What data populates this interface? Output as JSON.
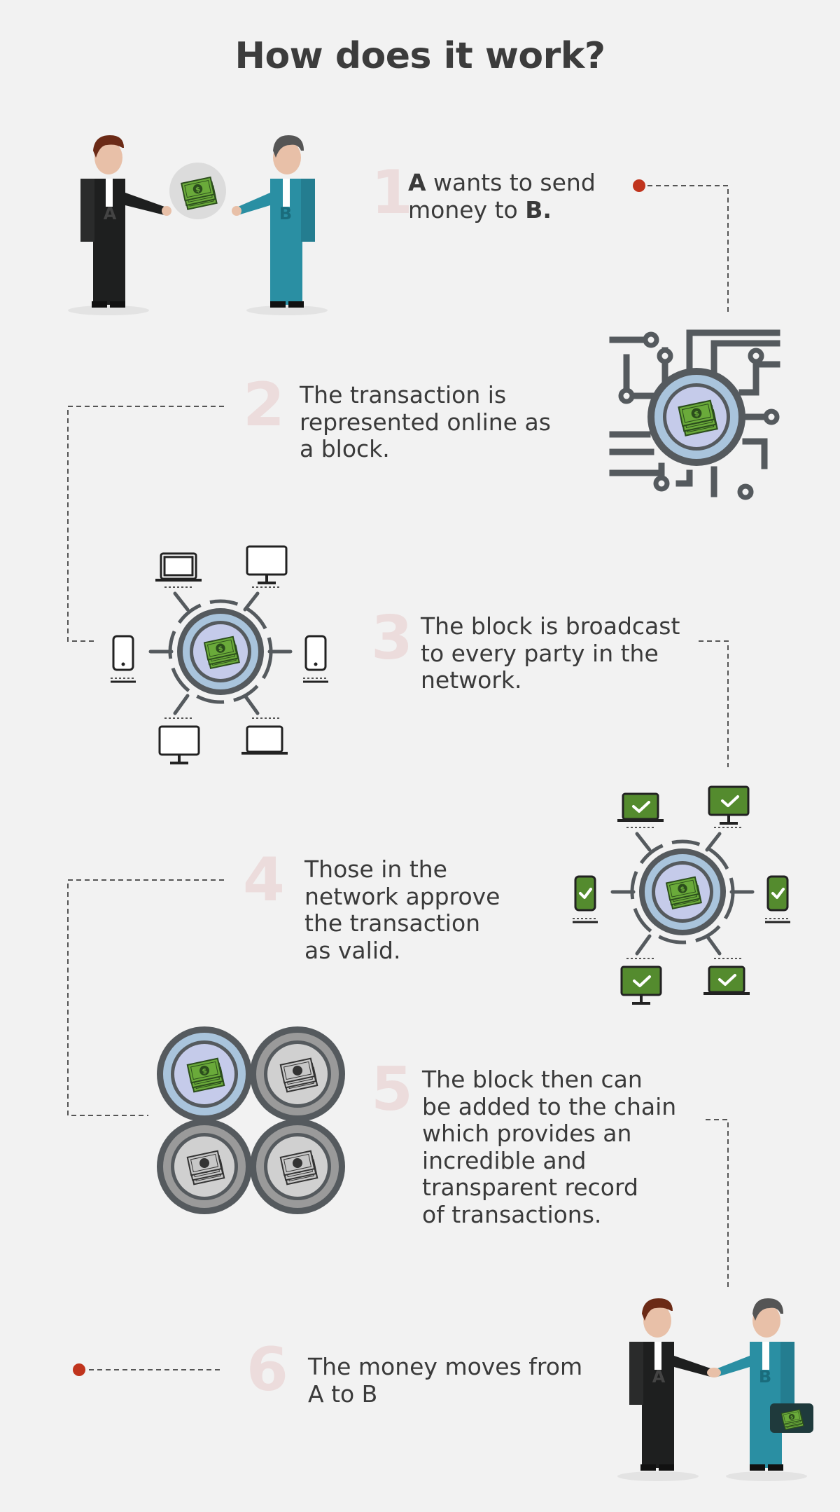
{
  "title": "How does it work?",
  "steps": [
    {
      "number": "1",
      "line1_bold": "A",
      "line1_rest": " wants to send",
      "line2": "money to ",
      "line2_bold": "B."
    },
    {
      "number": "2",
      "lines": [
        "The transaction is",
        "represented online as",
        "a block."
      ]
    },
    {
      "number": "3",
      "lines": [
        "The block is broadcast",
        "to every party in the",
        "network."
      ]
    },
    {
      "number": "4",
      "lines": [
        "Those in the",
        "network approve",
        "the transaction",
        "as valid."
      ]
    },
    {
      "number": "5",
      "lines": [
        "The block then can",
        "be added to the chain",
        "which provides an",
        "incredible and",
        "transparent record",
        "of transactions."
      ]
    },
    {
      "number": "6",
      "lines": [
        "The money moves from",
        "A to B"
      ]
    }
  ],
  "figures": {
    "person_a_label": "A",
    "person_b_label": "B",
    "currency_symbol": "$"
  },
  "colors": {
    "background": "#f2f2f2",
    "text": "#3a3a3a",
    "step_number": "#ecdcdc",
    "accent_dot": "#c0341d",
    "connector": "#555555",
    "money_green": "#6aaa3a",
    "person_a_suit": "#1e1f1f",
    "person_b_suit": "#2a8fa3",
    "block_ring": "#a9c4dc",
    "block_dark": "#555a5e",
    "approved_green": "#548b2e"
  }
}
